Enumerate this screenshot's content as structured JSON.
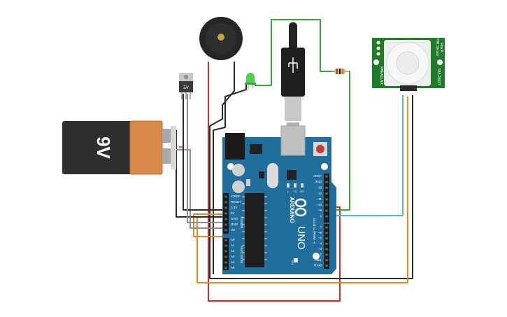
{
  "battery": {
    "label": "9V"
  },
  "regulator": {
    "label": "5V"
  },
  "pir": {
    "title": "PIR Sensor",
    "model": "Rev A",
    "left_text": "PARALLAX",
    "right_text": "555-28027"
  },
  "arduino": {
    "brand": "ARDUINO",
    "model": "UNO",
    "power_header_title": "POWER",
    "analog_header_title": "ANALOG IN",
    "digital_header_title": "DIGITAL (PWM ~)",
    "power_pins": [
      "IOREF",
      "RESET",
      "3.3V",
      "5V",
      "GND",
      "GND",
      "Vin"
    ],
    "analog_pins": [
      "A0",
      "A1",
      "A2",
      "A3",
      "A4",
      "A5"
    ],
    "digital_pins_top": [
      "AREF",
      "GND",
      "13",
      "12",
      "~11",
      "~10",
      "~9",
      "8"
    ],
    "digital_pins_bottom": [
      "7",
      "~6",
      "~5",
      "4",
      "~3",
      "2",
      "TX▸1",
      "RX◂0"
    ],
    "leds": [
      "L",
      "TX",
      "RX"
    ],
    "on_label": "ON"
  },
  "colors": {
    "board": "#1f6e9c",
    "wire_red": "#d62a2a",
    "wire_black": "#2b2b2b",
    "wire_orange": "#e38b1e",
    "wire_green": "#3aa53a",
    "wire_teal": "#57b8c9",
    "wire_gray": "#8a8f96",
    "pir_green": "#1f7a2a"
  }
}
